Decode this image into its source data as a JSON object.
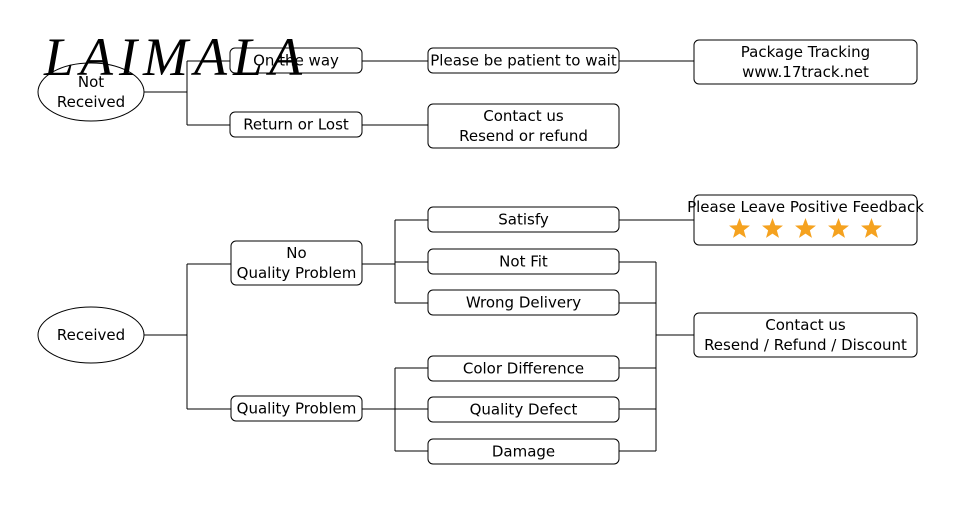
{
  "brand": "LAIMALA",
  "nodes": {
    "not_received": [
      "Not",
      "Received"
    ],
    "on_the_way": [
      "On the way"
    ],
    "patient": [
      "Please be patient to wait"
    ],
    "tracking": [
      "Package Tracking",
      "www.17track.net"
    ],
    "return_lost": [
      "Return or Lost"
    ],
    "contact1": [
      "Contact us",
      "Resend or refund"
    ],
    "received": [
      "Received"
    ],
    "no_quality": [
      "No",
      "Quality Problem"
    ],
    "quality": [
      "Quality Problem"
    ],
    "satisfy": [
      "Satisfy"
    ],
    "not_fit": [
      "Not Fit"
    ],
    "wrong": [
      "Wrong Delivery"
    ],
    "color": [
      "Color Difference"
    ],
    "defect": [
      "Quality Defect"
    ],
    "damage": [
      "Damage"
    ],
    "feedback": [
      "Please Leave Positive Feedback"
    ],
    "contact2": [
      "Contact us",
      "Resend / Refund / Discount"
    ]
  },
  "feedback_stars": 5,
  "colors": {
    "star": "#f5a21f",
    "stroke": "#000000"
  }
}
